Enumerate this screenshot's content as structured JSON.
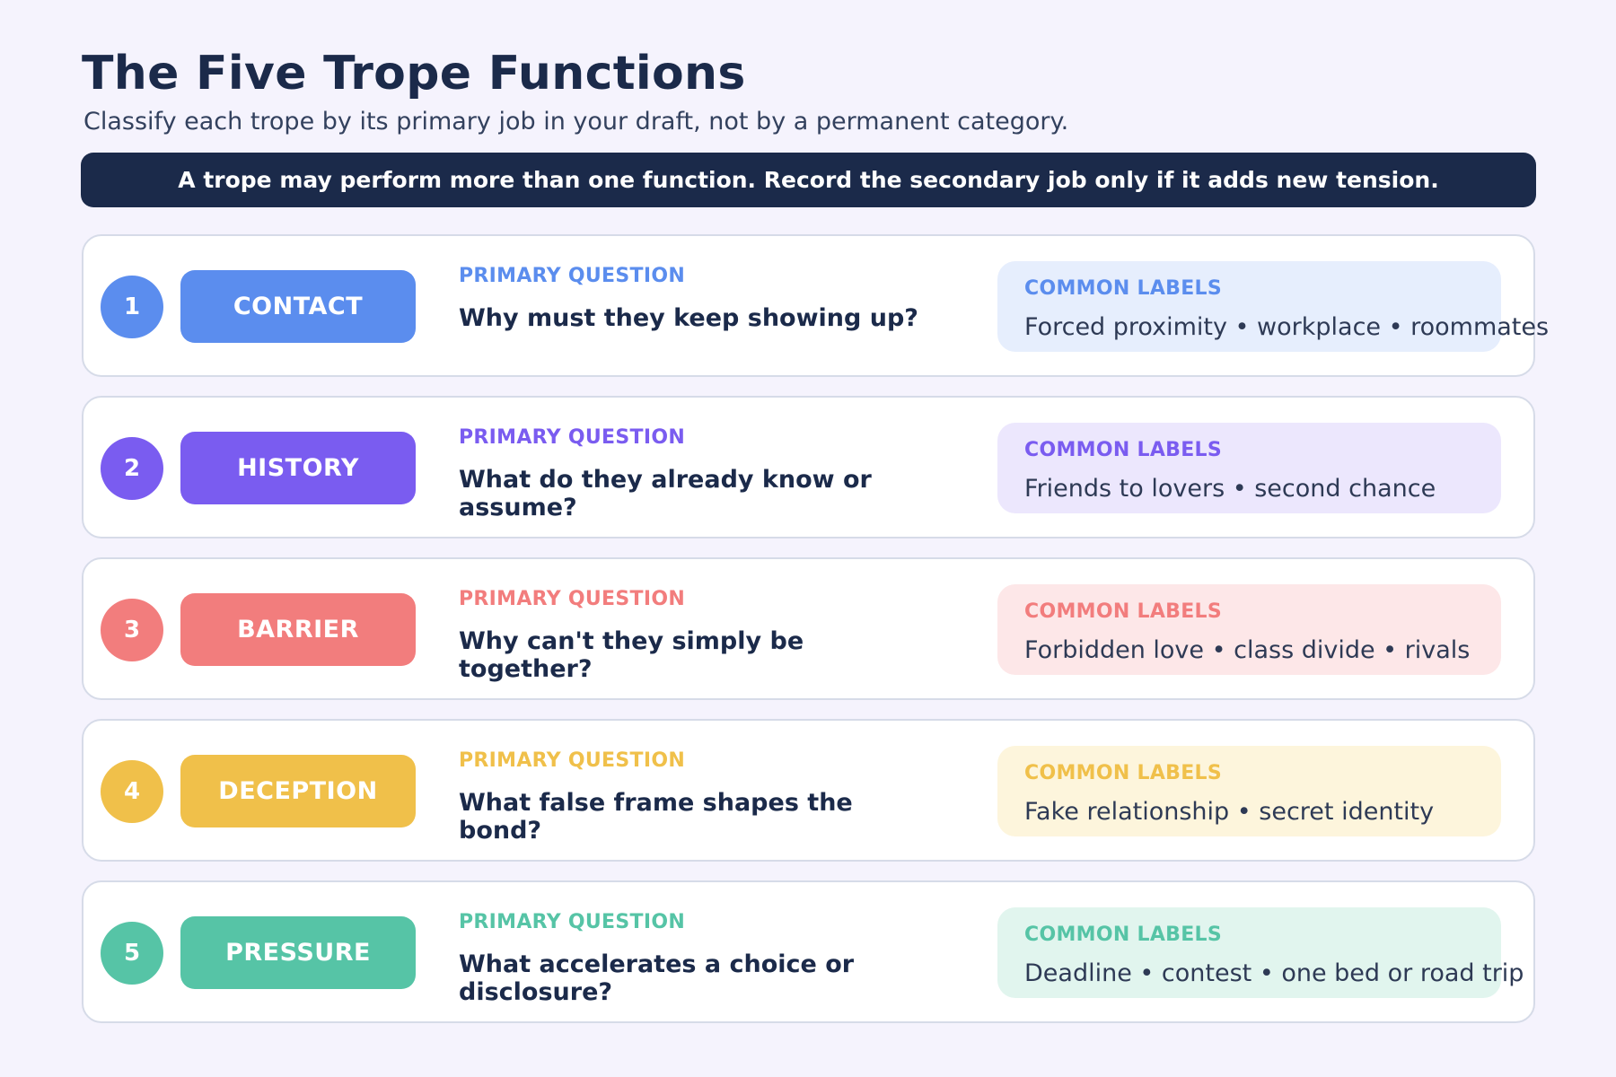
{
  "header": {
    "title": "The Five Trope Functions",
    "subtitle": "Classify each trope by its primary job in your draft, not by a permanent category.",
    "banner": "A trope may perform more than one function. Record the secondary job only if it adds new tension."
  },
  "rows": [
    {
      "number": "1",
      "name": "CONTACT",
      "question_label": "PRIMARY QUESTION",
      "question": "Why must they keep showing up?",
      "labels_title": "COMMON LABELS",
      "labels": "Forced proximity • workplace • roommates",
      "color": "#5b8dee",
      "tint": "#e6eefd"
    },
    {
      "number": "2",
      "name": "HISTORY",
      "question_label": "PRIMARY QUESTION",
      "question": "What do they already know or assume?",
      "labels_title": "COMMON LABELS",
      "labels": "Friends to lovers • second chance",
      "color": "#7a5cf0",
      "tint": "#ece7fd"
    },
    {
      "number": "3",
      "name": "BARRIER",
      "question_label": "PRIMARY QUESTION",
      "question": "Why can't they simply be together?",
      "labels_title": "COMMON LABELS",
      "labels": "Forbidden love • class divide • rivals",
      "color": "#f27d7d",
      "tint": "#fde7e8"
    },
    {
      "number": "4",
      "name": "DECEPTION",
      "question_label": "PRIMARY QUESTION",
      "question": "What false frame shapes the bond?",
      "labels_title": "COMMON LABELS",
      "labels": "Fake relationship • secret identity",
      "color": "#f0c04a",
      "tint": "#fdf5dc"
    },
    {
      "number": "5",
      "name": "PRESSURE",
      "question_label": "PRIMARY QUESTION",
      "question": "What accelerates a choice or disclosure?",
      "labels_title": "COMMON LABELS",
      "labels": "Deadline • contest • one bed or road trip",
      "color": "#56c4a6",
      "tint": "#e1f5ee"
    }
  ]
}
